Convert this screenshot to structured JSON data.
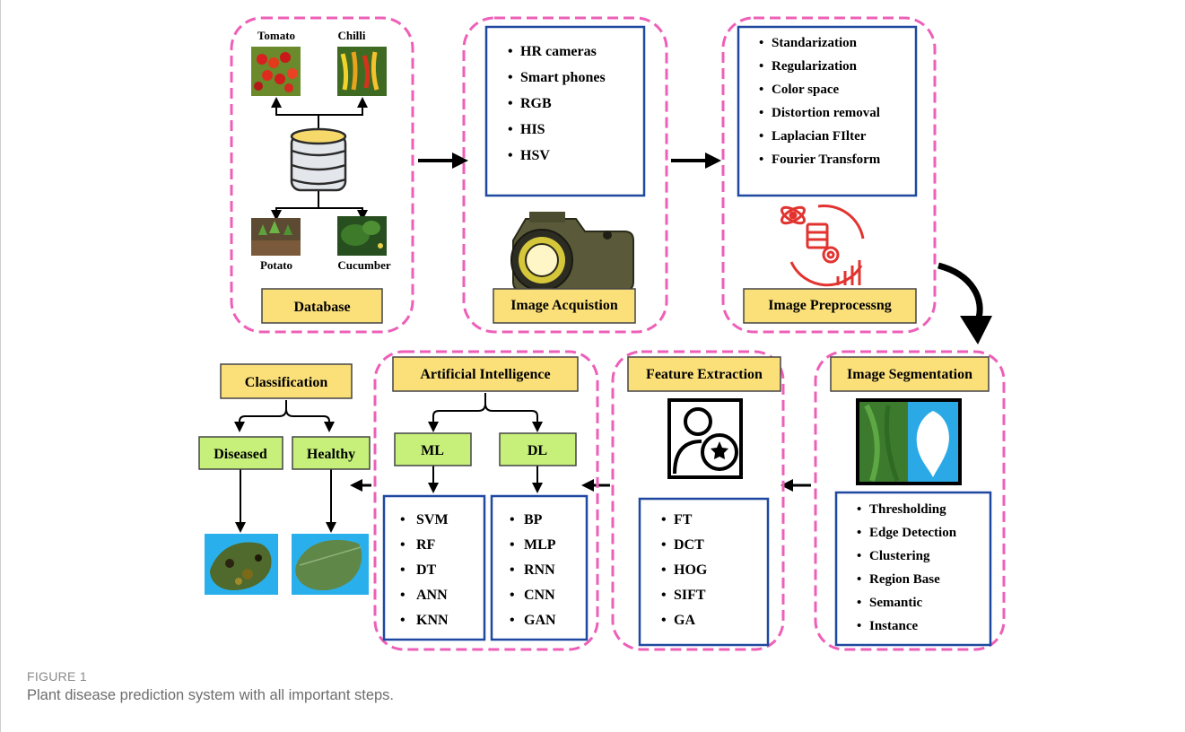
{
  "figure": {
    "label": "FIGURE 1",
    "caption": "Plant disease prediction system with all important steps."
  },
  "colors": {
    "dash_border": "#ee5fb8",
    "label_fill": "#fbe07a",
    "label_stroke": "#444444",
    "green_fill": "#c6f07a",
    "blue_border": "#1f48a0",
    "arrow": "#000000",
    "icon_red": "#e2332f",
    "leaf_bg": "#29b0ec"
  },
  "database": {
    "title": "Database",
    "crops": {
      "tomato": "Tomato",
      "chilli": "Chilli",
      "potato": "Potato",
      "cucumber": "Cucumber"
    }
  },
  "acquisition": {
    "title": "Image Acquistion",
    "items": [
      "HR cameras",
      "Smart phones",
      "RGB",
      "HIS",
      "HSV"
    ]
  },
  "preprocessing": {
    "title": "Image Preprocessng",
    "items": [
      "Standarization",
      "Regularization",
      "Color space",
      "Distortion removal",
      "Laplacian FIlter",
      "Fourier Transform"
    ]
  },
  "segmentation": {
    "title": "Image Segmentation",
    "items": [
      "Thresholding",
      "Edge Detection",
      "Clustering",
      "Region Base",
      "Semantic",
      "Instance"
    ]
  },
  "feature": {
    "title": "Feature Extraction",
    "items": [
      "FT",
      "DCT",
      "HOG",
      "SIFT",
      "GA"
    ]
  },
  "ai": {
    "title": "Artificial Intelligence",
    "ml_label": "ML",
    "dl_label": "DL",
    "ml_items": [
      "SVM",
      "RF",
      "DT",
      "ANN",
      "KNN"
    ],
    "dl_items": [
      "BP",
      "MLP",
      "RNN",
      "CNN",
      "GAN"
    ]
  },
  "classification": {
    "title": "Classification",
    "diseased": "Diseased",
    "healthy": "Healthy"
  }
}
